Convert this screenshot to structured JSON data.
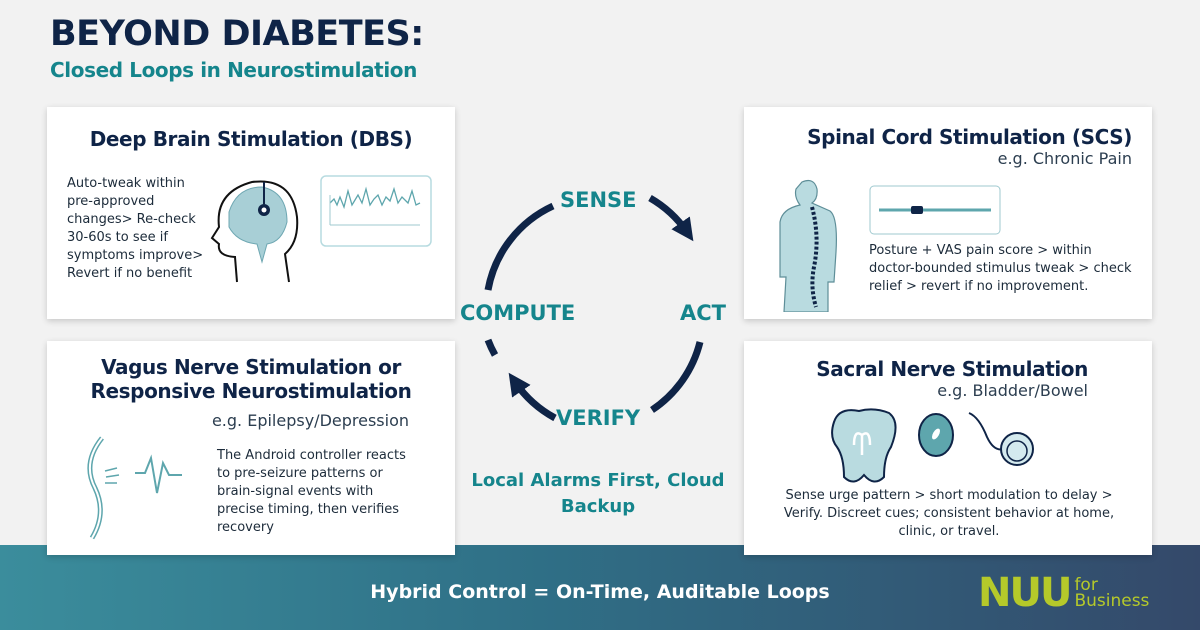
{
  "header": {
    "title": "BEYOND DIABETES:",
    "subtitle": "Closed Loops in Neurostimulation"
  },
  "cards": {
    "dbs": {
      "title": "Deep Brain Stimulation (DBS)",
      "body": "Auto-tweak within pre-approved changes> Re-check 30-60s to see if symptoms improve> Revert if no benefit"
    },
    "vns": {
      "title": "Vagus Nerve Stimulation or Responsive Neurostimulation",
      "eg": "e.g. Epilepsy/Depression",
      "body": "The Android controller reacts to pre-seizure patterns or brain-signal events with precise timing, then verifies recovery"
    },
    "scs": {
      "title": "Spinal Cord Stimulation (SCS)",
      "eg": "e.g. Chronic Pain",
      "body": "Posture + VAS pain score > within doctor-bounded stimulus tweak > check relief > revert if no improvement."
    },
    "sns": {
      "title": "Sacral Nerve Stimulation",
      "eg": "e.g. Bladder/Bowel",
      "body": "Sense urge pattern > short modulation to delay > Verify. Discreet cues; consistent behavior at home, clinic, or travel."
    }
  },
  "loop": {
    "sense": "SENSE",
    "act": "ACT",
    "verify": "VERIFY",
    "compute": "COMPUTE",
    "note": "Local Alarms First, Cloud Backup"
  },
  "footer": {
    "tagline": "Hybrid Control = On-Time, Auditable Loops"
  },
  "logo": {
    "brand": "NUU",
    "suffix_1": "for",
    "suffix_2": "Business"
  },
  "colors": {
    "navy": "#0f2447",
    "teal": "#15858c",
    "lime": "#b5c92a"
  }
}
